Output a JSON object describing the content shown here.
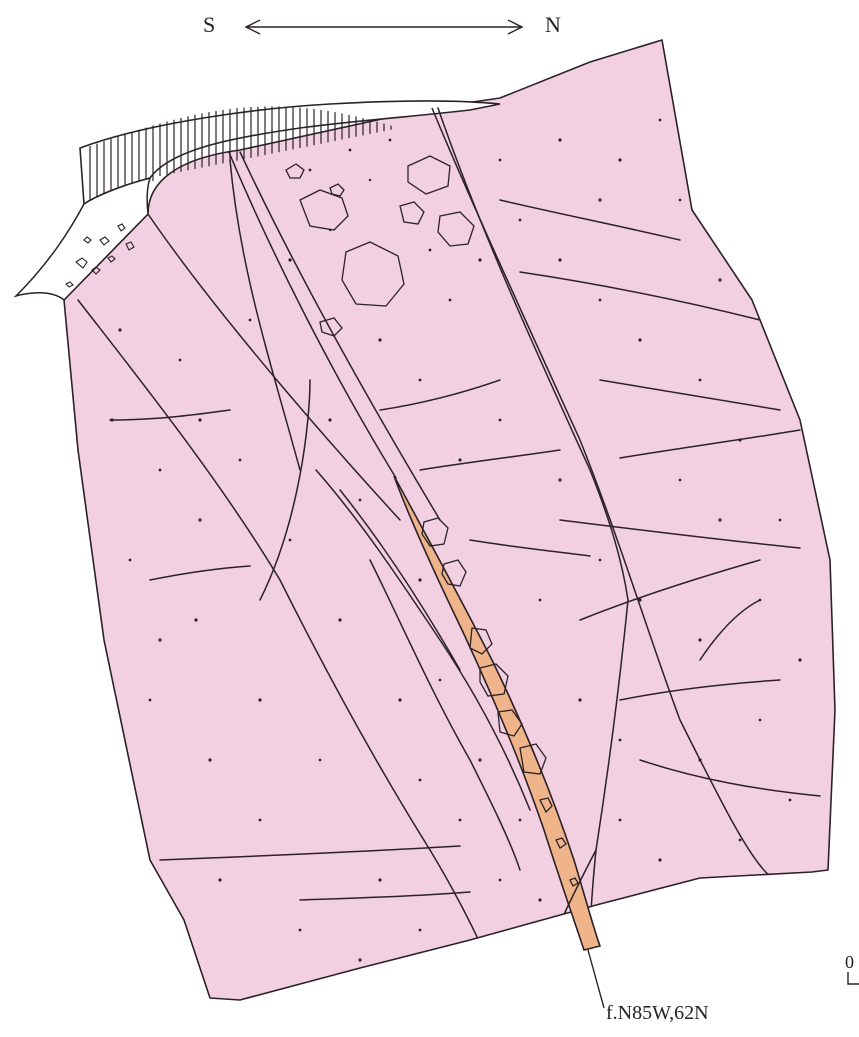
{
  "orientation": {
    "left_label": "S",
    "right_label": "N",
    "arrow_icon": "double-arrow-icon"
  },
  "fault_annotation": {
    "label": "f.N85W,62N"
  },
  "scale": {
    "zero_label": "0"
  },
  "colors": {
    "host_rock": "#f3cfe2",
    "fault_gouge": "#efb48a",
    "line": "#2a2226",
    "background": "#ffffff"
  }
}
